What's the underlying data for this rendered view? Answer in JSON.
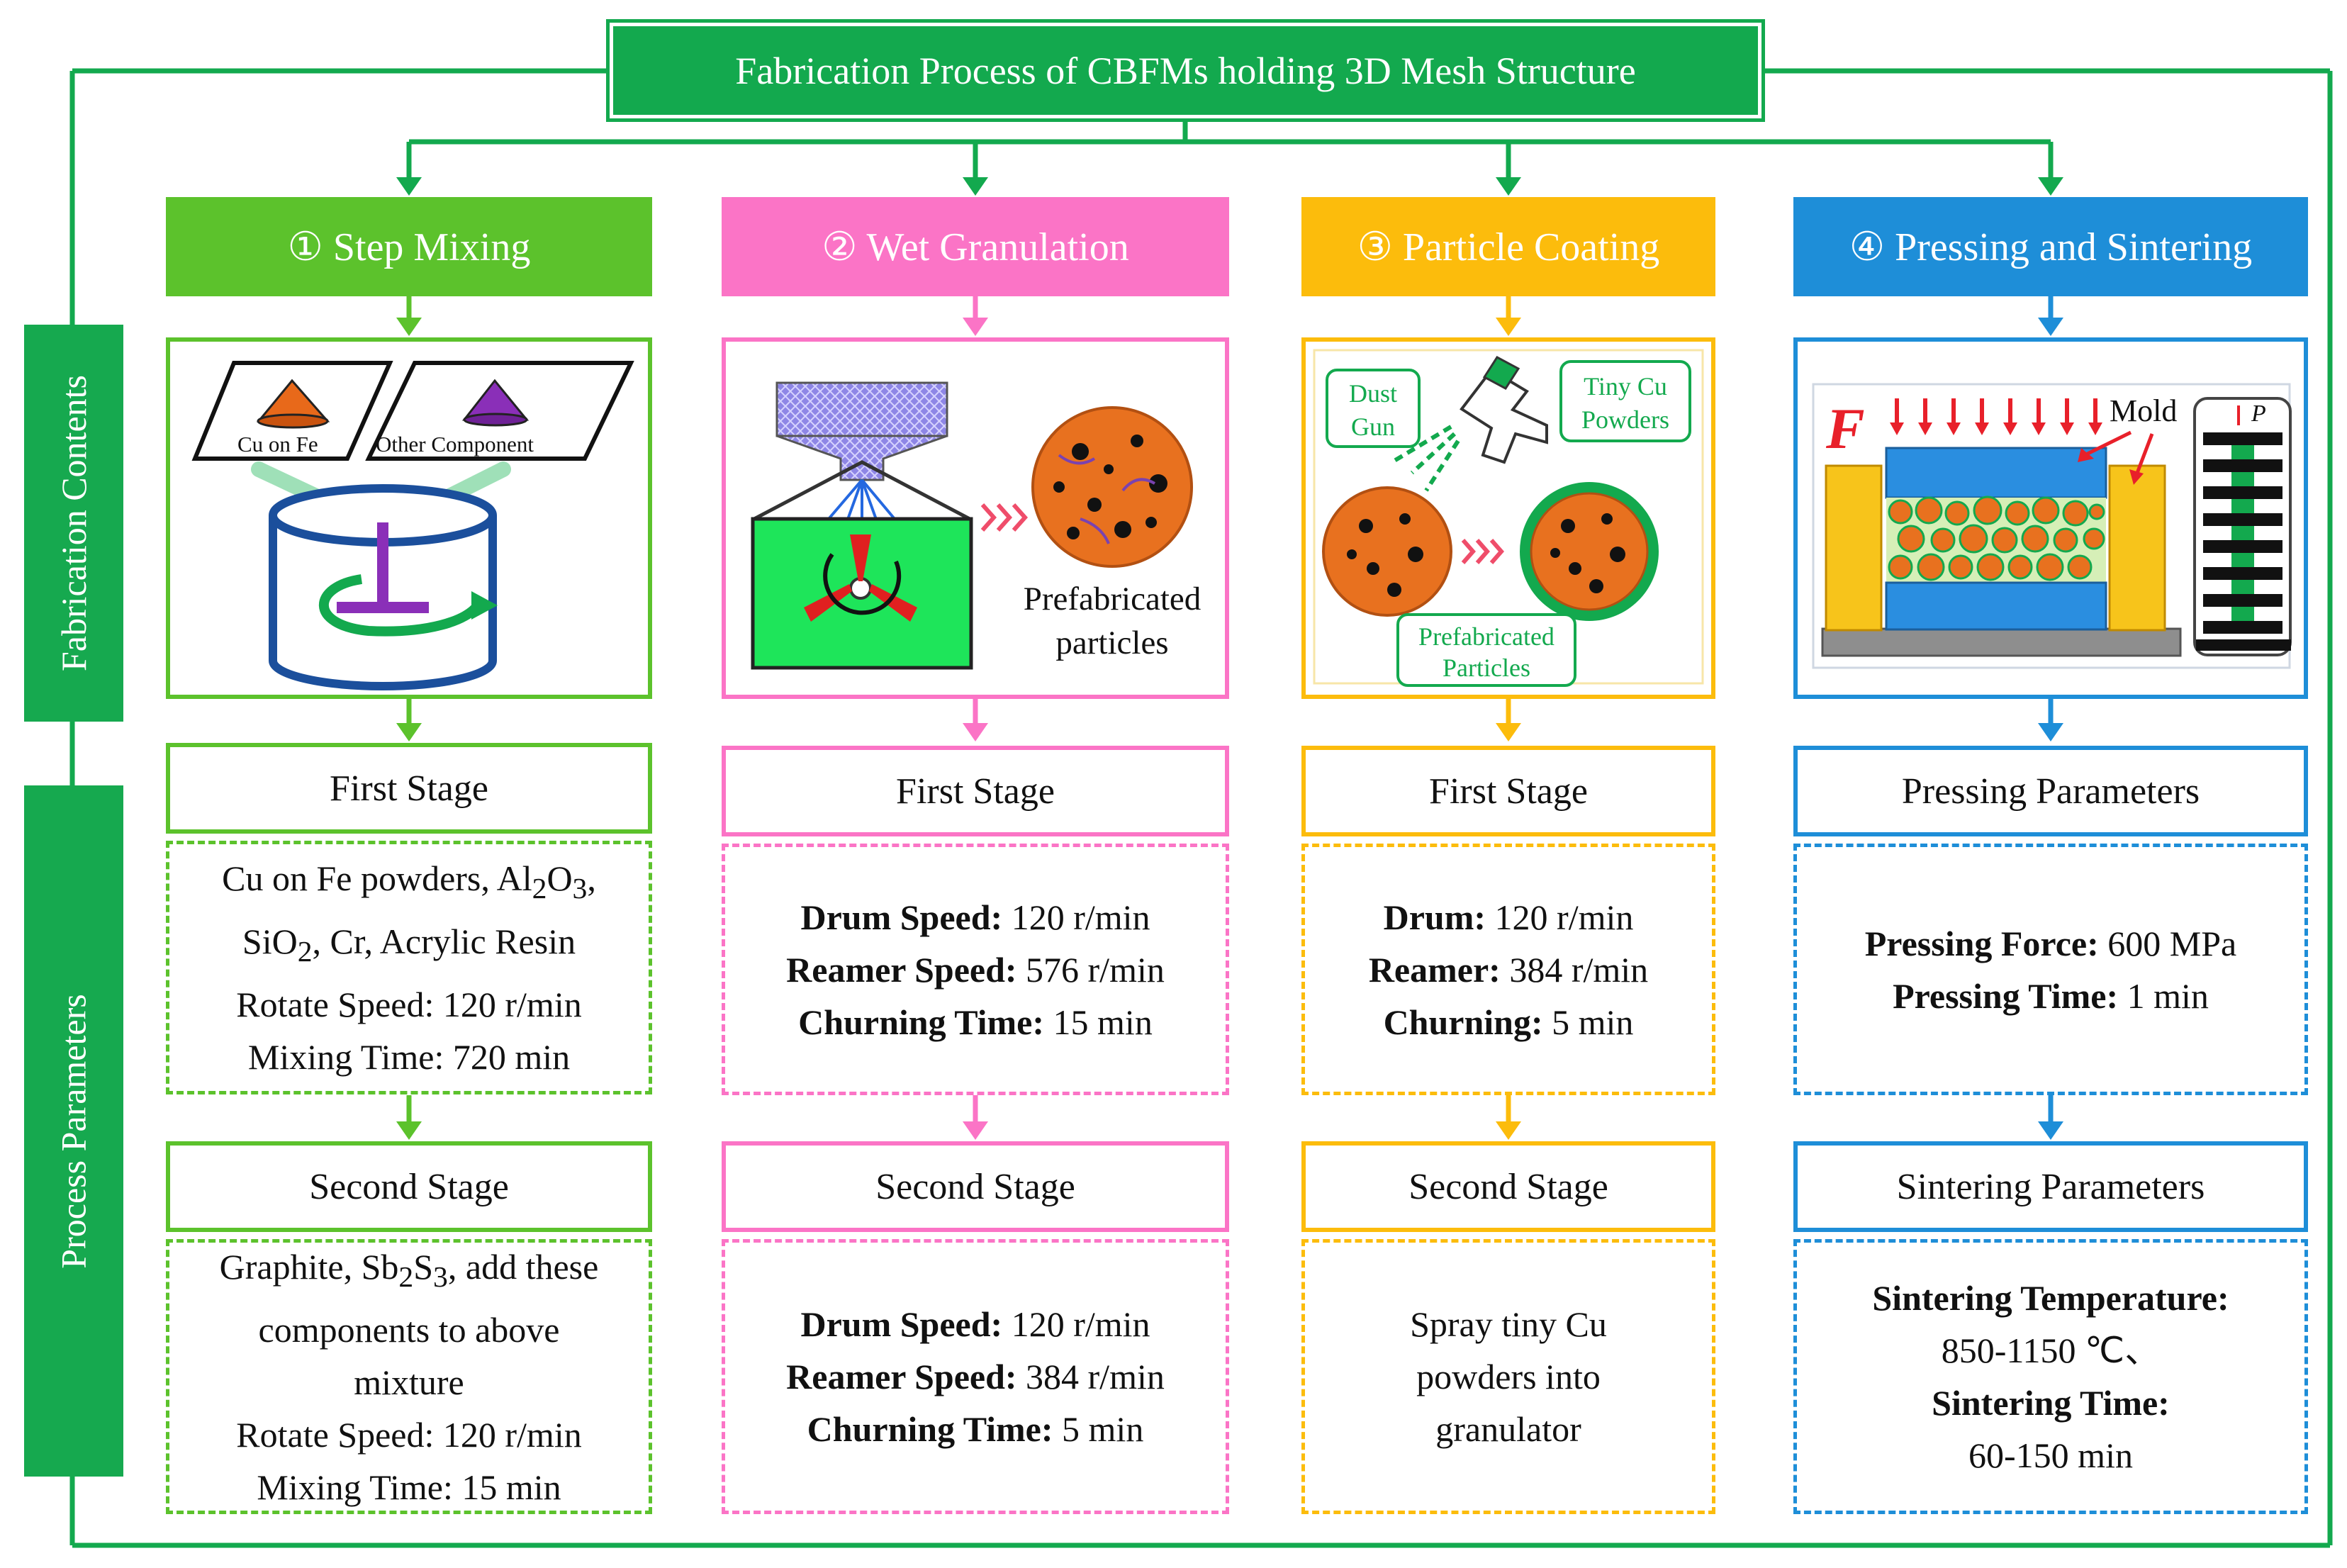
{
  "title": "Fabrication Process of CBFMs holding 3D Mesh Structure",
  "side_labels": {
    "top": "Fabrication Contents",
    "bottom": "Process Parameters"
  },
  "colors": {
    "frame": "#13a94e",
    "mixing": "#5cc22c",
    "granulation": "#fb74c6",
    "coating": "#fcbc0c",
    "sintering": "#1e8ed8"
  },
  "columns": [
    {
      "id": "mixing",
      "header": "① Step Mixing",
      "image_labels": {
        "left": "Cu on Fe",
        "right": "Other Component"
      },
      "stage1_title": "First Stage",
      "stage1_lines": [
        {
          "html": "Cu on Fe powders, Al<sub>2</sub>O<sub>3</sub>,"
        },
        {
          "html": "SiO<sub>2</sub>, Cr, Acrylic Resin"
        },
        {
          "html": "Rotate Speed: 120 r/min"
        },
        {
          "html": "Mixing Time: 720 min"
        }
      ],
      "stage2_title": "Second Stage",
      "stage2_lines": [
        {
          "html": "Graphite, Sb<sub>2</sub>S<sub>3</sub>, add these"
        },
        {
          "html": "components to above"
        },
        {
          "html": "mixture"
        },
        {
          "html": "Rotate Speed: 120 r/min"
        },
        {
          "html": "Mixing Time: 15 min"
        }
      ]
    },
    {
      "id": "granulation",
      "header": "② Wet Granulation",
      "image_labels": {
        "product_line1": "Prefabricated",
        "product_line2": "particles"
      },
      "stage1_title": "First Stage",
      "stage1_lines": [
        {
          "html": "<b>Drum Speed:</b> 120 r/min"
        },
        {
          "html": "<b>Reamer Speed:</b> 576 r/min"
        },
        {
          "html": "<b>Churning Time:</b> 15 min"
        }
      ],
      "stage2_title": "Second Stage",
      "stage2_lines": [
        {
          "html": "<b>Drum Speed:</b> 120 r/min"
        },
        {
          "html": "<b>Reamer Speed:</b> 384 r/min"
        },
        {
          "html": "<b>Churning Time:</b> 5 min"
        }
      ]
    },
    {
      "id": "coating",
      "header": "③ Particle Coating",
      "image_labels": {
        "gun_line1": "Dust",
        "gun_line2": "Gun",
        "powder_line1": "Tiny Cu",
        "powder_line2": "Powders",
        "particles_line1": "Prefabricated",
        "particles_line2": "Particles"
      },
      "stage1_title": "First Stage",
      "stage1_lines": [
        {
          "html": "<b>Drum:</b> 120 r/min"
        },
        {
          "html": "<b>Reamer:</b> 384 r/min"
        },
        {
          "html": "<b>Churning:</b> 5 min"
        }
      ],
      "stage2_title": "Second Stage",
      "stage2_lines": [
        {
          "html": "Spray tiny Cu"
        },
        {
          "html": "powders into"
        },
        {
          "html": "granulator"
        }
      ]
    },
    {
      "id": "sintering",
      "header": "④ Pressing and Sintering",
      "image_labels": {
        "force": "F",
        "mold": "Mold",
        "pressure": "P"
      },
      "stage1_title": "Pressing Parameters",
      "stage1_lines": [
        {
          "html": "<b>Pressing Force:</b> 600 MPa"
        },
        {
          "html": "<b>Pressing Time:</b> 1 min"
        }
      ],
      "stage2_title": "Sintering Parameters",
      "stage2_lines": [
        {
          "html": "<b>Sintering Temperature:</b>"
        },
        {
          "html": "850-1150 ℃、"
        },
        {
          "html": "<b>Sintering Time:</b>"
        },
        {
          "html": "60-150 min"
        }
      ]
    }
  ]
}
